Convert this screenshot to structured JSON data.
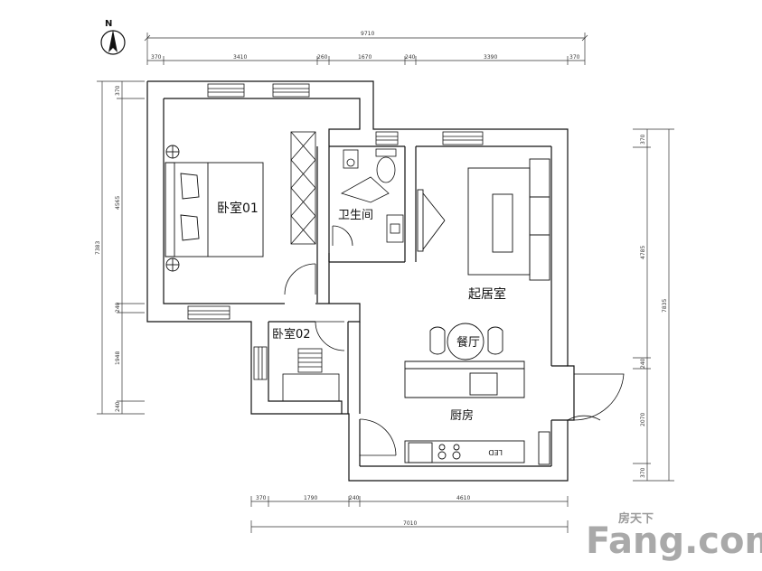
{
  "compass": {
    "label": "N"
  },
  "top_dims": {
    "overall": "9710",
    "segments": [
      "370",
      "3410",
      "260",
      "1670",
      "240",
      "3390",
      "370"
    ]
  },
  "left_dims": {
    "overall": "7383",
    "segments": [
      "370",
      "4565",
      "240",
      "1948",
      "240"
    ]
  },
  "right_dims": {
    "overall": "7835",
    "segments": [
      "370",
      "4785",
      "240",
      "2070",
      "370"
    ]
  },
  "bottom_dims": {
    "overall": "7010",
    "segments": [
      "370",
      "1790",
      "240",
      "4610"
    ]
  },
  "rooms": {
    "bedroom1": "卧室01",
    "bathroom": "卫生间",
    "living": "起居室",
    "bedroom2": "卧室02",
    "dining": "餐厅",
    "kitchen": "厨房"
  },
  "fixtures": {
    "led_label": "LED"
  },
  "watermark": {
    "small": "房天下",
    "big": "Fang.com"
  }
}
